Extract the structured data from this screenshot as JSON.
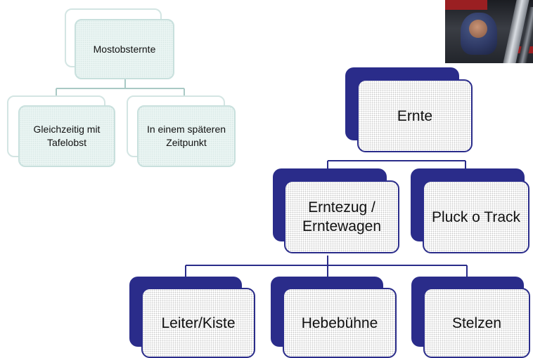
{
  "left_hierarchy": {
    "root": "Mostobsternte",
    "children": [
      "Gleichzeitig mit Tafelobst",
      "In einem späteren Zeitpunkt"
    ]
  },
  "right_hierarchy": {
    "root": "Ernte",
    "level1": [
      "Erntezug / Erntewagen",
      "Pluck o Track"
    ],
    "level2": [
      "Leiter/Kiste",
      "Hebebühne",
      "Stelzen"
    ]
  },
  "colors": {
    "teal_border": "#c8e0dd",
    "teal_fill": "#eaf5f3",
    "navy": "#2a2c8a",
    "connector_teal": "#a9c9c5",
    "connector_navy": "#2a2c8a"
  }
}
